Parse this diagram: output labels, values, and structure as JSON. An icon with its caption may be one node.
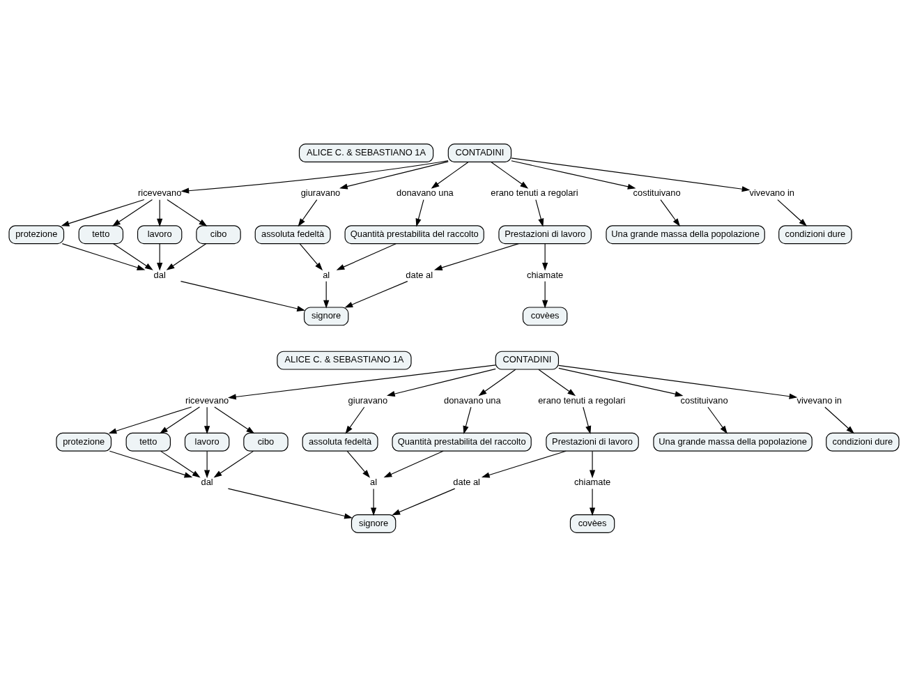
{
  "diagram": {
    "nodes": [
      {
        "text": [
          "ALICE C. & SEBASTIANO 1A"
        ]
      },
      {
        "text": [
          "CONTADINI"
        ]
      },
      {
        "text": [
          "ricevevano"
        ]
      },
      {
        "text": [
          "giuravano"
        ]
      },
      {
        "text": [
          "donavano una"
        ]
      },
      {
        "text": [
          "erano tenuti a regolari"
        ]
      },
      {
        "text": [
          "costituivano"
        ]
      },
      {
        "text": [
          "vivevano in"
        ]
      },
      {
        "text": [
          "protezione"
        ]
      },
      {
        "text": [
          "tetto"
        ]
      },
      {
        "text": [
          "lavoro"
        ]
      },
      {
        "text": [
          "cibo"
        ]
      },
      {
        "text": [
          "assoluta fedeltà"
        ]
      },
      {
        "text": [
          "Quantità prestabilita del raccolto"
        ]
      },
      {
        "text": [
          "Prestazioni di lavoro"
        ]
      },
      {
        "text": [
          "Una grande massa della popolazione"
        ]
      },
      {
        "text": [
          "condizioni dure"
        ]
      },
      {
        "text": [
          "al"
        ]
      },
      {
        "text": [
          "date al"
        ]
      },
      {
        "text": [
          "chiamate"
        ]
      },
      {
        "text": [
          "dal"
        ]
      },
      {
        "text": [
          "signore"
        ]
      },
      {
        "text": [
          "covèes"
        ]
      },
      {
        "text": [
          "ALICE C. & SEBASTIANO 1A"
        ]
      },
      {
        "text": [
          "CONTADINI"
        ]
      },
      {
        "text": [
          "ricevevano"
        ]
      },
      {
        "text": [
          "giuravano"
        ]
      },
      {
        "text": [
          "donavano una"
        ]
      },
      {
        "text": [
          "erano tenuti a regolari"
        ]
      },
      {
        "text": [
          "costituivano"
        ]
      },
      {
        "text": [
          "vivevano in"
        ]
      },
      {
        "text": [
          "protezione"
        ]
      },
      {
        "text": [
          "tetto"
        ]
      },
      {
        "text": [
          "lavoro"
        ]
      },
      {
        "text": [
          "cibo"
        ]
      },
      {
        "text": [
          "assoluta fedeltà"
        ]
      },
      {
        "text": [
          "Quantità prestabilita del raccolto"
        ]
      },
      {
        "text": [
          "Prestazioni di lavoro"
        ]
      },
      {
        "text": [
          "Una grande massa della popolazione"
        ]
      },
      {
        "text": [
          "condizioni dure"
        ]
      },
      {
        "text": [
          "al"
        ]
      },
      {
        "text": [
          "date al"
        ]
      },
      {
        "text": [
          "chiamate"
        ]
      },
      {
        "text": [
          "dal"
        ]
      },
      {
        "text": [
          "signore"
        ]
      },
      {
        "text": [
          "covèes"
        ]
      }
    ],
    "edges": [
      {
        "from": 1,
        "to": 2,
        "arrow": "to"
      },
      {
        "from": 1,
        "to": 3,
        "arrow": "to"
      },
      {
        "from": 1,
        "to": 4,
        "arrow": "to"
      },
      {
        "from": 1,
        "to": 5,
        "arrow": "to"
      },
      {
        "from": 1,
        "to": 6,
        "arrow": "to"
      },
      {
        "from": 1,
        "to": 7,
        "arrow": "to"
      },
      {
        "from": 2,
        "to": 8,
        "arrow": "to"
      },
      {
        "from": 2,
        "to": 9,
        "arrow": "to"
      },
      {
        "from": 2,
        "to": 10,
        "arrow": "to"
      },
      {
        "from": 2,
        "to": 11,
        "arrow": "to"
      },
      {
        "from": 3,
        "to": 12,
        "arrow": "to"
      },
      {
        "from": 4,
        "to": 13,
        "arrow": "to"
      },
      {
        "from": 5,
        "to": 14,
        "arrow": "to"
      },
      {
        "from": 6,
        "to": 15,
        "arrow": "to"
      },
      {
        "from": 7,
        "to": 16,
        "arrow": "to"
      },
      {
        "from": 8,
        "to": 20,
        "arrow": "to"
      },
      {
        "from": 9,
        "to": 20,
        "arrow": "to"
      },
      {
        "from": 10,
        "to": 20,
        "arrow": "to"
      },
      {
        "from": 11,
        "to": 20,
        "arrow": "to"
      },
      {
        "from": 12,
        "to": 17,
        "arrow": "to"
      },
      {
        "from": 13,
        "to": 17,
        "arrow": "to"
      },
      {
        "from": 14,
        "to": 18,
        "arrow": "to"
      },
      {
        "from": 14,
        "to": 19,
        "arrow": "to"
      },
      {
        "from": 17,
        "to": 21,
        "arrow": "to"
      },
      {
        "from": 20,
        "to": 21,
        "arrow": "to"
      },
      {
        "from": 18,
        "to": 21,
        "arrow": "to"
      },
      {
        "from": 19,
        "to": 22,
        "arrow": "to"
      },
      {
        "from": 24,
        "to": 25,
        "arrow": "to"
      },
      {
        "from": 24,
        "to": 26,
        "arrow": "to"
      },
      {
        "from": 24,
        "to": 27,
        "arrow": "to"
      },
      {
        "from": 24,
        "to": 28,
        "arrow": "to"
      },
      {
        "from": 24,
        "to": 29,
        "arrow": "to"
      },
      {
        "from": 24,
        "to": 30,
        "arrow": "to"
      },
      {
        "from": 25,
        "to": 31,
        "arrow": "to"
      },
      {
        "from": 25,
        "to": 32,
        "arrow": "to"
      },
      {
        "from": 25,
        "to": 33,
        "arrow": "to"
      },
      {
        "from": 25,
        "to": 34,
        "arrow": "to"
      },
      {
        "from": 26,
        "to": 35,
        "arrow": "to"
      },
      {
        "from": 27,
        "to": 36,
        "arrow": "to"
      },
      {
        "from": 28,
        "to": 37,
        "arrow": "to"
      },
      {
        "from": 29,
        "to": 38,
        "arrow": "to"
      },
      {
        "from": 30,
        "to": 39,
        "arrow": "to"
      },
      {
        "from": 31,
        "to": 43,
        "arrow": "to"
      },
      {
        "from": 32,
        "to": 43,
        "arrow": "to"
      },
      {
        "from": 33,
        "to": 43,
        "arrow": "to"
      },
      {
        "from": 34,
        "to": 43,
        "arrow": "to"
      },
      {
        "from": 35,
        "to": 40,
        "arrow": "to"
      },
      {
        "from": 36,
        "to": 40,
        "arrow": "to"
      },
      {
        "from": 37,
        "to": 41,
        "arrow": "to"
      },
      {
        "from": 37,
        "to": 42,
        "arrow": "to"
      },
      {
        "from": 40,
        "to": 44,
        "arrow": "to"
      },
      {
        "from": 43,
        "to": 44,
        "arrow": "to"
      },
      {
        "from": 41,
        "to": 44,
        "arrow": "to"
      },
      {
        "from": 42,
        "to": 45,
        "arrow": "to"
      }
    ]
  }
}
